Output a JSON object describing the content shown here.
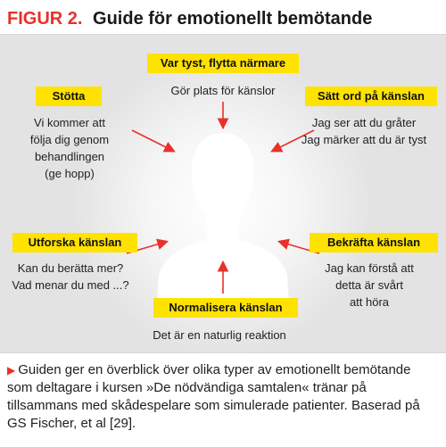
{
  "figure": {
    "number": "FIGUR 2.",
    "title": "Guide för emotionellt bemötande"
  },
  "nodes": {
    "top": {
      "label": "Var tyst, flytta närmare",
      "text": [
        "Gör plats för känslor"
      ]
    },
    "top_left": {
      "label": "Stötta",
      "text": [
        "Vi kommer att",
        "följa dig genom",
        "behandlingen",
        "(ge hopp)"
      ]
    },
    "top_right": {
      "label": "Sätt ord på känslan",
      "text": [
        "Jag ser att du gråter",
        "Jag märker att du är tyst"
      ]
    },
    "bottom_left": {
      "label": "Utforska känslan",
      "text": [
        "Kan du berätta mer?",
        "Vad menar du med ...?"
      ]
    },
    "bottom_right": {
      "label": "Bekräfta känslan",
      "text": [
        "Jag kan förstå att",
        "detta är svårt",
        "att höra"
      ]
    },
    "bottom": {
      "label": "Normalisera känslan",
      "text": [
        "Det är en naturlig reaktion"
      ]
    }
  },
  "caption": {
    "bullet_icon": "triangle-right-icon",
    "text": "Guiden ger en överblick över olika typer av emotionellt bemötande som deltagare i kursen »De nödvändiga samtalen« tränar på tillsammans med skådespelare som simulerade patienter. Baserad på GS Fischer, et al [29]."
  },
  "colors": {
    "accent_red": "#e8312a",
    "label_yellow": "#ffe200",
    "panel_gray": "#e3e3e3",
    "figure_white": "#ffffff"
  }
}
